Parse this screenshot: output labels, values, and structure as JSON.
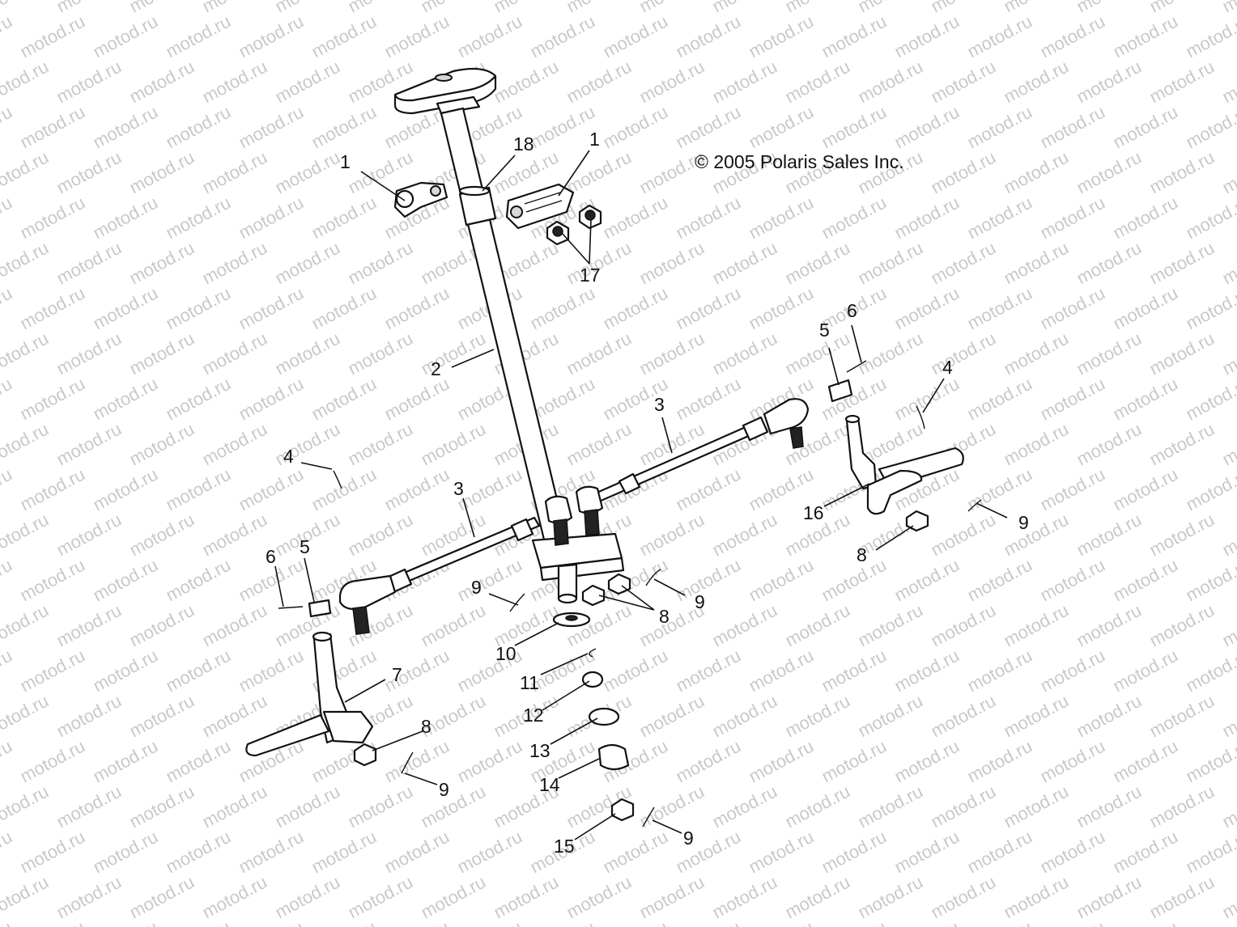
{
  "copyright": "© 2005 Polaris Sales Inc.",
  "watermark_text": "motod.ru",
  "callouts": [
    "1",
    "18",
    "1",
    "17",
    "2",
    "6",
    "5",
    "4",
    "3",
    "3",
    "4",
    "16",
    "9",
    "8",
    "6",
    "5",
    "9",
    "9",
    "8",
    "10",
    "11",
    "12",
    "7",
    "8",
    "9",
    "13",
    "14",
    "15",
    "9"
  ],
  "colors": {
    "ink": "#111111",
    "watermark": "#c9c9c9",
    "background": "#ffffff"
  }
}
